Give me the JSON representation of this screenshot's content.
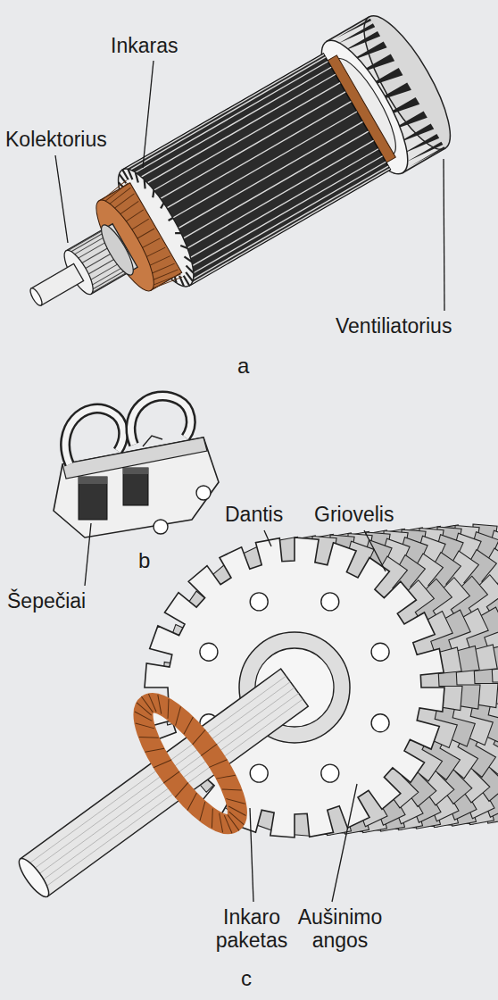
{
  "diagram": {
    "labels": [
      "Inkaras",
      "Kolektorius",
      "Ventiliatorius",
      "a",
      "Šepečiai",
      "b",
      "Dantis",
      "Griovelis",
      "Inkaro paketas",
      "Aušinimo angos",
      "c"
    ]
  }
}
